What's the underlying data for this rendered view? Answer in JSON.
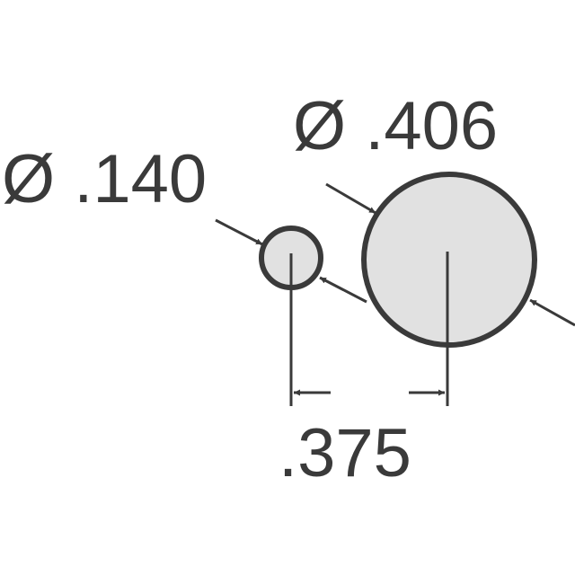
{
  "dimensions": {
    "small_hole_diameter": "Ø .140",
    "large_hole_diameter": "Ø .406",
    "center_spacing": ".375"
  },
  "colors": {
    "stroke": "#3a3a3a",
    "hole_fill": "#e1e1e1",
    "background": "#ffffff"
  }
}
